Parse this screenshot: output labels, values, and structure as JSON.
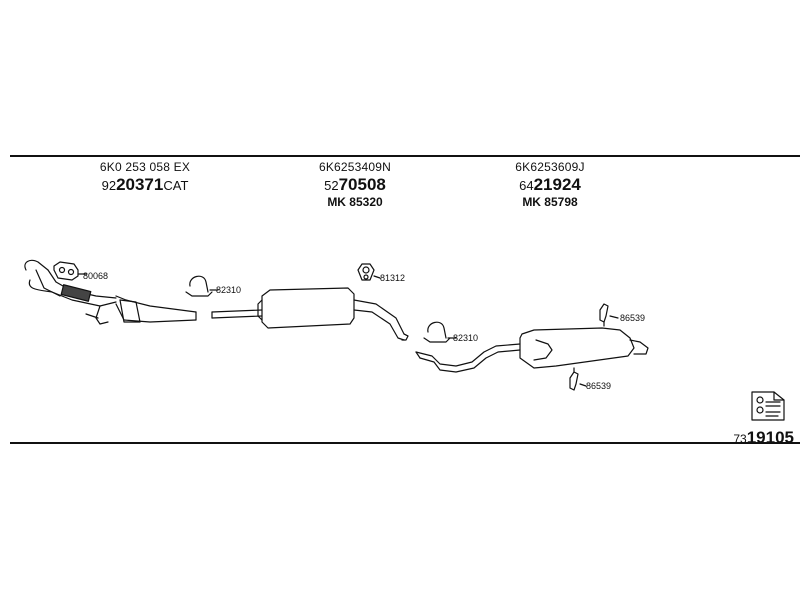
{
  "parts": [
    {
      "oe_number": "6K0 253 058 EX",
      "code_prefix": "92",
      "code_main": "20371",
      "code_suffix": "CAT",
      "mk": ""
    },
    {
      "oe_number": "6K6253409N",
      "code_prefix": "52",
      "code_main": "70508",
      "code_suffix": "",
      "mk": "MK  85320"
    },
    {
      "oe_number": "6K6253609J",
      "code_prefix": "64",
      "code_main": "21924",
      "code_suffix": "",
      "mk": "MK  85798"
    }
  ],
  "callouts": {
    "gasket": "80068",
    "clamp_front": "82310",
    "bracket": "81312",
    "clamp_rear": "82310",
    "hanger_top": "86539",
    "hanger_bottom": "86539"
  },
  "footer": {
    "code_prefix": "73",
    "code_main": "19105"
  },
  "icons": [
    "gasket-icon",
    "clamp-icon",
    "rubber-mount-icon",
    "hanger-icon",
    "catalog-doc-icon"
  ]
}
